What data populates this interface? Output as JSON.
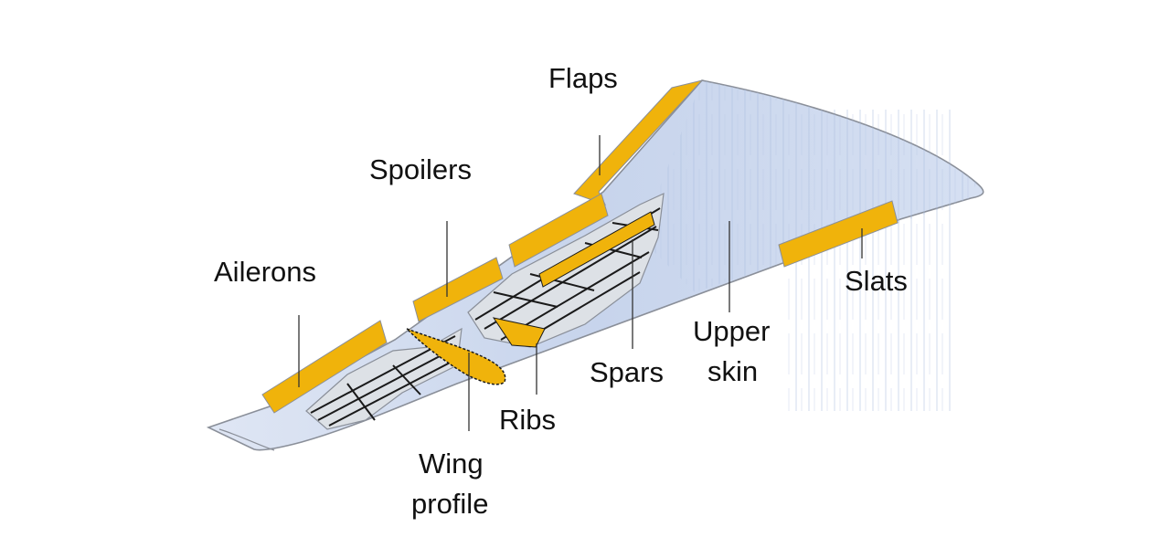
{
  "title": "Aircraft wing components",
  "colors": {
    "skin_fill": "#c9d6ec",
    "skin_stroke": "#8a8f99",
    "surface_fill": "#f0b30b",
    "structure_fill": "#dde1e6",
    "structure_line": "#1a1a1a",
    "leader_line": "#333333",
    "text": "#111111"
  },
  "labels": {
    "flaps": "Flaps",
    "spoilers": "Spoilers",
    "ailerons": "Ailerons",
    "slats": "Slats",
    "upper_skin_1": "Upper",
    "upper_skin_2": "skin",
    "spars": "Spars",
    "ribs": "Ribs",
    "wing_profile_1": "Wing",
    "wing_profile_2": "profile"
  }
}
